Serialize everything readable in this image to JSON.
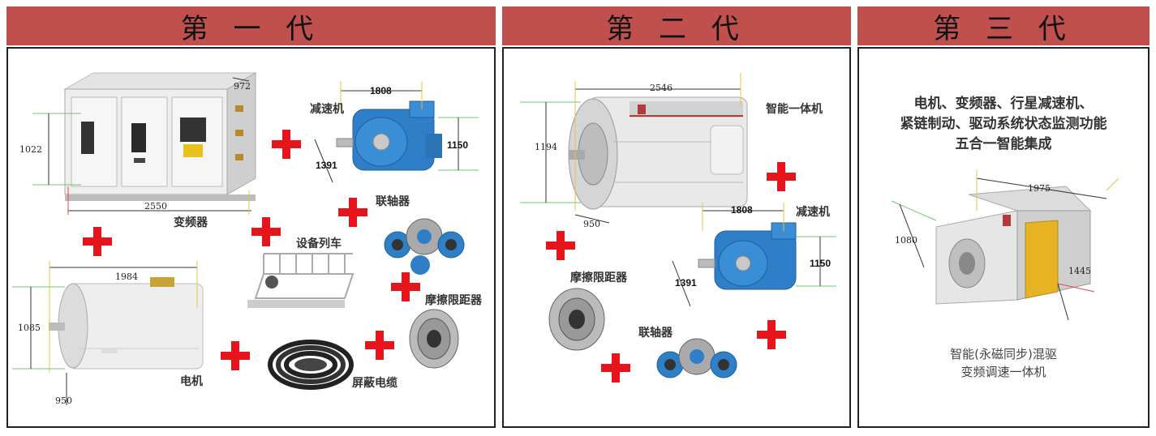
{
  "banners": {
    "gen1": "第 一 代",
    "gen2": "第 二 代",
    "gen3": "第 三 代"
  },
  "gen1": {
    "inverter": {
      "label": "变频器",
      "width": "2550",
      "height": "1022",
      "depth": "972"
    },
    "reducer": {
      "label": "减速机",
      "width": "1808",
      "height": "1150",
      "depth": "1391"
    },
    "coupling": {
      "label": "联轴器"
    },
    "train": {
      "label": "设备列车"
    },
    "limiter": {
      "label": "摩擦限距器"
    },
    "motor": {
      "label": "电机",
      "width": "1984",
      "height": "1085",
      "depth": "950"
    },
    "cable": {
      "label": "屏蔽电缆"
    }
  },
  "gen2": {
    "integrated": {
      "label": "智能一体机",
      "width": "2546",
      "height": "1194",
      "depth": "950"
    },
    "reducer": {
      "label": "减速机",
      "width": "1808",
      "height": "1150",
      "depth": "1391"
    },
    "limiter": {
      "label": "摩擦限距器"
    },
    "coupling": {
      "label": "联轴器"
    }
  },
  "gen3": {
    "desc_line1": "电机、变频器、行星减速机、",
    "desc_line2": "紧链制动、驱动系统状态监测功能",
    "desc_line3": "五合一智能集成",
    "width": "1975",
    "height": "1080",
    "depth": "1445",
    "caption_line1": "智能(永磁同步)混驱",
    "caption_line2": "变频调速一体机"
  },
  "colors": {
    "banner": "#c0504d",
    "plus": "#e8141c",
    "reducer_blue": "#2f7fc8",
    "housing_yellow": "#e6b422"
  }
}
